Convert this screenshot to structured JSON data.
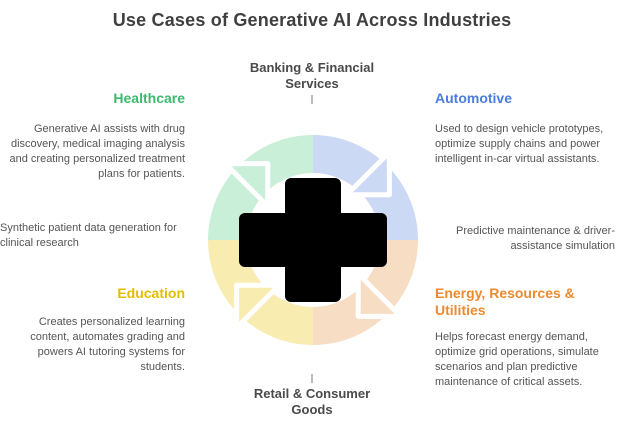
{
  "title": "Use Cases of Generative AI Across Industries",
  "top_label": {
    "line1": "Banking & Financial",
    "line2": "Services"
  },
  "bottom_label": {
    "line1": "Retail & Consumer",
    "line2": "Goods"
  },
  "sections": {
    "healthcare": {
      "heading": "Healthcare",
      "body": "Generative AI assists with drug discovery, medical imaging analysis and creating personalized treatment plans for patients.",
      "note": "Synthetic patient data generation for clinical research"
    },
    "automotive": {
      "heading": "Automotive",
      "body": "Used to design vehicle prototypes, optimize supply chains and power intelligent in-car virtual assistants.",
      "note": "Predictive maintenance & driver-assistance simulation"
    },
    "education": {
      "heading": "Education",
      "body": "Creates personalized learning content, automates grading and powers AI tutoring systems for students."
    },
    "energy": {
      "heading": "Energy, Resources & Utilities",
      "body": "Helps forecast energy demand, optimize grid operations, simulate scenarios and plan predictive maintenance of critical assets."
    }
  },
  "colors": {
    "title_text": "#3f3f3f",
    "body_text": "#555555",
    "healthcare_heading": "#3cb96f",
    "automotive_heading": "#4a7de0",
    "education_heading": "#e2bd00",
    "energy_heading": "#ed8a2e",
    "arc_green": "#c9efd8",
    "arc_blue": "#ccd9f4",
    "arc_peach": "#f7ddc4",
    "arc_yellow": "#f8ecb0",
    "center_icon": "#000000"
  },
  "diagram": {
    "type": "four-segment cycle with directional arrows",
    "center_icon": "plus-cross",
    "segments": [
      "healthcare",
      "automotive",
      "energy",
      "education"
    ]
  }
}
